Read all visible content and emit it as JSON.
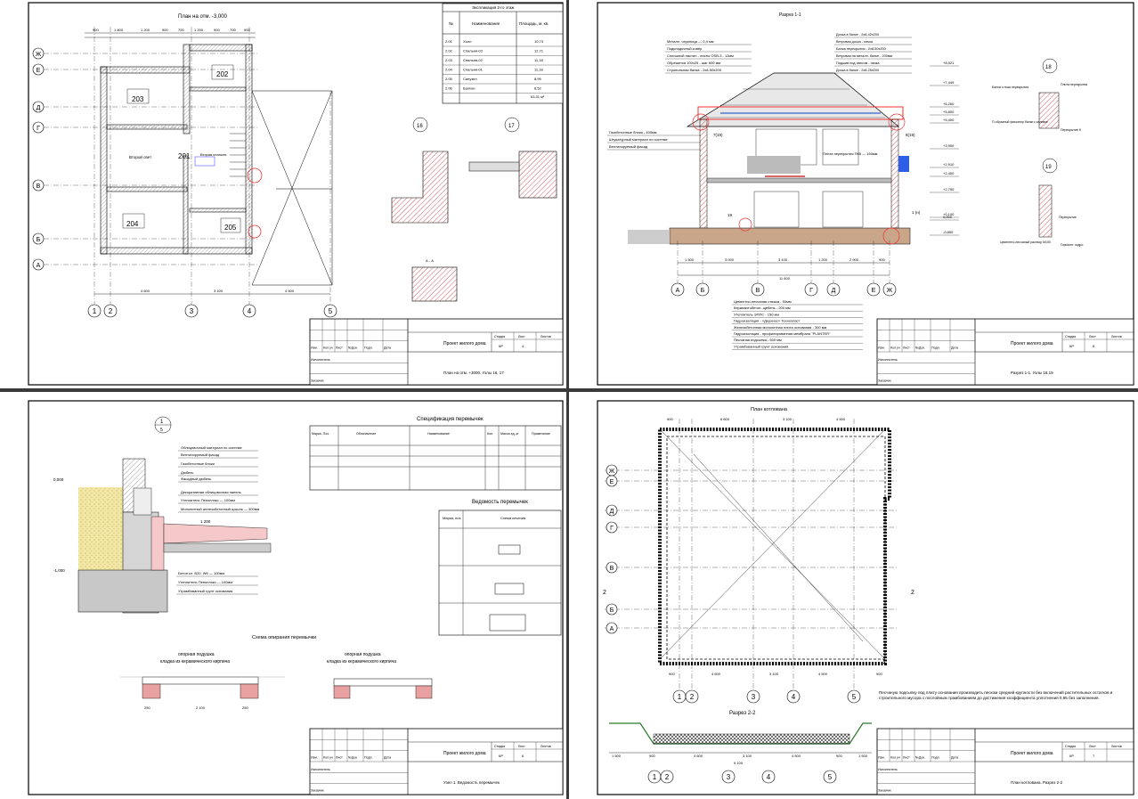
{
  "sheet1": {
    "plan_title": "План на отм. -3,000",
    "axes_rows": [
      "Ж",
      "Е",
      "Д",
      "Г",
      "В",
      "Б",
      "А"
    ],
    "axes_cols": [
      "1",
      "2",
      "3",
      "4",
      "5"
    ],
    "rooms": [
      {
        "num": "202",
        "label": ""
      },
      {
        "num": "203",
        "label": ""
      },
      {
        "num": "201",
        "label": "Вторая спальня"
      },
      {
        "num": "204",
        "label": ""
      },
      {
        "num": "205",
        "label": ""
      }
    ],
    "lobby_label": "Второй свет",
    "explication": {
      "title": "Экспликация 2-го этаж",
      "headers": [
        "№",
        "Наименование",
        "Площадь, м. кв."
      ],
      "rows": [
        [
          "2.01",
          "Холл",
          "10,73"
        ],
        [
          "2.02",
          "Спальня-03",
          "12,71"
        ],
        [
          "2.03",
          "Спальня-02",
          "11,18"
        ],
        [
          "2.04",
          "Спальня-01",
          "11,18"
        ],
        [
          "2.05",
          "Санузел",
          "8,99"
        ],
        [
          "2.06",
          "Балкон",
          "8,52"
        ]
      ],
      "total": "63,31 м²"
    },
    "node16": "16",
    "node17": "17",
    "section_aa": "А - А",
    "dims_top": [
      "900",
      "1 800",
      "1 200",
      "900",
      "700",
      "1 200",
      "900",
      "700",
      "900"
    ],
    "dims_bottom": [
      "4 600",
      "3 100",
      "4 500"
    ],
    "title_block": {
      "project": "Проект жилого дома",
      "sheet_name": "План на отм. +3000. Узлы 16, 17",
      "stage": "КР",
      "sheet": "4",
      "cols": [
        "Изм.",
        "Кол.уч",
        "Лист",
        "№Док.",
        "Подп.",
        "Дата"
      ],
      "roles": [
        "Исполнитель",
        "Заказчик"
      ],
      "stage_head": [
        "Стадия",
        "Лист",
        "Листов"
      ]
    }
  },
  "sheet2": {
    "title": "Разрез 1-1",
    "roof_layers": [
      "Металл. черепица — 0,4 мм",
      "Подкладочный ковёр",
      "Сплошной настил - листы OSB-3 - 12мм",
      "Обрешетка 100х25 - шаг 600 мм",
      "Стропильная балка - 2х8-50х200"
    ],
    "wall_layers": [
      "Газобетонные блоки - 400мм",
      "Штукатурный материал по системе",
      "Вентилируемый фасад"
    ],
    "beam_notes": [
      "Доска в балке - 2х8-42х200",
      "Ветровая доска - пачка",
      "Балка перекрытия - 2х8-50х200",
      "Ветровая на металл. балке - 200мм",
      "Подшив под свесом - пачка",
      "Доска в балке - 2х8-25х200"
    ],
    "elevations": [
      "+8,521",
      "+7,449",
      "+6,260",
      "+5,800",
      "+5,400",
      "+3,900",
      "+2,910",
      "+2,400",
      "+2,750",
      "0,000",
      "+0,100",
      "-0,850"
    ],
    "slab_label": "Плита перекрытия ПК8 — 160мм",
    "floor_layers": [
      "Цементно-песчаная стяжка - 50мм",
      "Керамзитобетон. щебень - 200 мм",
      "Утеплитель ЭППС - 150 мм",
      "Гидроизоляция - «Деринос» Техноэласт",
      "Железобетонная монолитная плита основания - 300 мм",
      "Гидроизоляция - профилированная мембрана \"PLANTER\"",
      "Песчаная подсыпка - 500 мм",
      "Утрамбованный грунт основания"
    ],
    "axes": [
      "А",
      "Б",
      "В",
      "Г",
      "Д",
      "Е",
      "Ж"
    ],
    "dims": [
      "1 500",
      "3 000",
      "3 100",
      "1 200",
      "2 900",
      "900"
    ],
    "total_dim": "11 600",
    "nodes": [
      "18",
      "19"
    ],
    "node18_labels": [
      "Балка с низа перекрытия",
      "Плита перекрытия",
      "П-образный фиксатор балки к заливке",
      "Перекрытие б"
    ],
    "node19_labels": [
      "Перекрытие",
      "Цементно-песчаный раствор М100",
      "Горизонт. гидро."
    ],
    "callouts": [
      "7(19)",
      "8(19)",
      "1 (н)",
      "19"
    ],
    "title_block": {
      "project": "Проект жилого дома",
      "sheet_name": "Разрез 1-1. Узлы 18,19",
      "stage": "КР",
      "sheet": "5",
      "cols": [
        "Изм.",
        "Кол.уч",
        "Лист",
        "№Док.",
        "Подп.",
        "Дата"
      ],
      "roles": [
        "Исполнитель",
        "Заказчик"
      ],
      "stage_head": [
        "Стадия",
        "Лист",
        "Листов"
      ]
    }
  },
  "sheet3": {
    "node_num": "1",
    "node_sub": "5",
    "wall_labels": [
      "Облицовочный материал по системе",
      "Вентилируемый фасад",
      "Газобетонные блоки",
      "Дюбель",
      "Фасадный дюбель",
      "Декоративная облицовочная панель",
      "Утеплитель Пеноплэкс — 100мм",
      "Монолитный железобетонный цоколь — 300мм"
    ],
    "base_labels": [
      "Бетон кл. В20, W6 — 100мм",
      "Утеплитель Пеноплэкс — 100мм",
      "Утрамбованный грунт основания"
    ],
    "levels": [
      "0,000",
      "-1,000"
    ],
    "dim_1200": "1 200",
    "spec_title": "Спецификация перемычек",
    "spec_headers": [
      "Марка, Поз.",
      "Обозначение",
      "Наименование",
      "Кол.",
      "Масса ед.,кг",
      "Примечание"
    ],
    "ved_title": "Ведомость перемычек",
    "ved_headers": [
      "Марка, поз.",
      "Схема сечения"
    ],
    "scheme_title": "Схема опирания перемычки",
    "support_label": "опорная подушка",
    "masonry_label": "кладка из керамического кирпича",
    "scheme_dims": [
      "250",
      "2 100",
      "250"
    ],
    "title_block": {
      "project": "Проект жилого дома",
      "sheet_name": "Узел 1. Ведомость перемычек",
      "stage": "КР",
      "sheet": "6",
      "cols": [
        "Изм.",
        "Кол.уч",
        "Лист",
        "№Док.",
        "Подп.",
        "Дата"
      ],
      "roles": [
        "Исполнитель",
        "Заказчик"
      ],
      "stage_head": [
        "Стадия",
        "Лист",
        "Листов"
      ]
    }
  },
  "sheet4": {
    "title": "План котлована",
    "dims_top": [
      "900",
      "6 600",
      "3 100",
      "4 500"
    ],
    "dims_bottom": [
      "900",
      "4 600",
      "3 100",
      "4 500",
      "900"
    ],
    "axes_rows": [
      "Ж",
      "Е",
      "Д",
      "Г",
      "В",
      "Б",
      "А"
    ],
    "axes_cols": [
      "1",
      "2",
      "3",
      "4",
      "5"
    ],
    "note": "Песчаную подсыпку под плиту основания производить песком средней крупности без включений растительных остатков и строительного мусора с послойным трамбованием до достижения коэффициента уплотнения 0,95 без заполнения.",
    "section_title": "Разрез 2-2",
    "section_marks": [
      "2",
      "2"
    ],
    "section_dims": [
      "1 500",
      "900",
      "4 600",
      "3 100",
      "4 500",
      "900",
      "1 500"
    ],
    "section_total": "9 100",
    "title_block": {
      "project": "Проект жилого дома",
      "sheet_name": "План котлована. Разрез 2-2",
      "stage": "КР",
      "sheet": "7",
      "cols": [
        "Изм.",
        "Кол.уч",
        "Лист",
        "№Док.",
        "Подп.",
        "Дата"
      ],
      "roles": [
        "Исполнитель",
        "Заказчик"
      ],
      "stage_head": [
        "Стадия",
        "Лист",
        "Листов"
      ]
    }
  }
}
